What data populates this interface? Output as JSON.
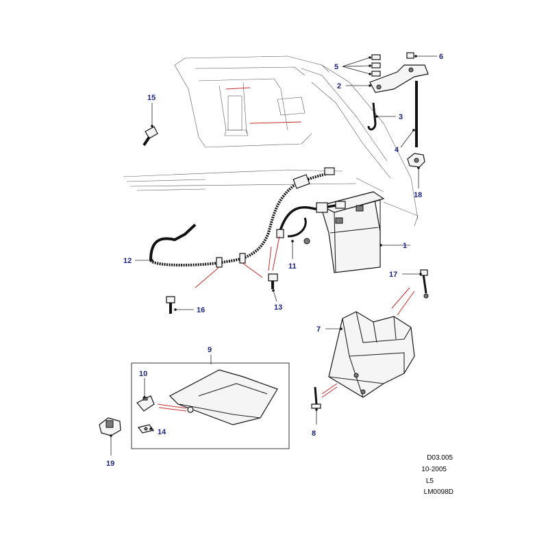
{
  "colors": {
    "callout": "#1a237e",
    "leader_red": "#c62828",
    "line": "#222222"
  },
  "callouts": [
    {
      "id": "c1",
      "label": "1"
    },
    {
      "id": "c2",
      "label": "2"
    },
    {
      "id": "c3",
      "label": "3"
    },
    {
      "id": "c4",
      "label": "4"
    },
    {
      "id": "c5",
      "label": "5"
    },
    {
      "id": "c6",
      "label": "6"
    },
    {
      "id": "c7",
      "label": "7"
    },
    {
      "id": "c8",
      "label": "8"
    },
    {
      "id": "c9",
      "label": "9"
    },
    {
      "id": "c10",
      "label": "10"
    },
    {
      "id": "c11",
      "label": "11"
    },
    {
      "id": "c12",
      "label": "12"
    },
    {
      "id": "c13",
      "label": "13"
    },
    {
      "id": "c14",
      "label": "14"
    },
    {
      "id": "c15",
      "label": "15"
    },
    {
      "id": "c16",
      "label": "16"
    },
    {
      "id": "c17",
      "label": "17"
    },
    {
      "id": "c18",
      "label": "18"
    },
    {
      "id": "c19",
      "label": "19"
    }
  ],
  "reference": {
    "code": "D03.005",
    "date": "10-2005",
    "model": "L5",
    "drawing_number": "LM0098D"
  }
}
